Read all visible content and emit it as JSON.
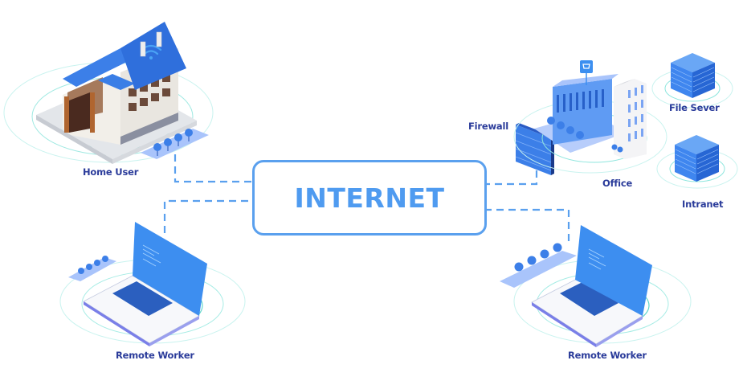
{
  "diagram": {
    "title": "INTERNET",
    "nodes": [
      {
        "id": "home",
        "label": "Home User",
        "icon": "house-icon"
      },
      {
        "id": "firewall",
        "label": "Firewall",
        "icon": "firewall-icon"
      },
      {
        "id": "office",
        "label": "Office",
        "icon": "office-building-icon"
      },
      {
        "id": "fileserver",
        "label": "File Sever",
        "icon": "server-rack-icon"
      },
      {
        "id": "intranet",
        "label": "Intranet",
        "icon": "server-rack-icon"
      },
      {
        "id": "remote1",
        "label": "Remote Worker",
        "icon": "laptop-icon"
      },
      {
        "id": "remote2",
        "label": "Remote Worker",
        "icon": "laptop-icon"
      }
    ],
    "edges": [
      {
        "from": "home",
        "to": "internet",
        "style": "dashed"
      },
      {
        "from": "remote1",
        "to": "internet",
        "style": "dashed"
      },
      {
        "from": "firewall",
        "to": "internet",
        "style": "dashed"
      },
      {
        "from": "remote2",
        "to": "internet",
        "style": "dashed"
      }
    ],
    "colors": {
      "accent": "#4f9bf0",
      "label": "#2a3b9a",
      "ring": "#7fe3dc",
      "roof": "#2f6fdc",
      "screen": "#3d8ef0"
    }
  }
}
